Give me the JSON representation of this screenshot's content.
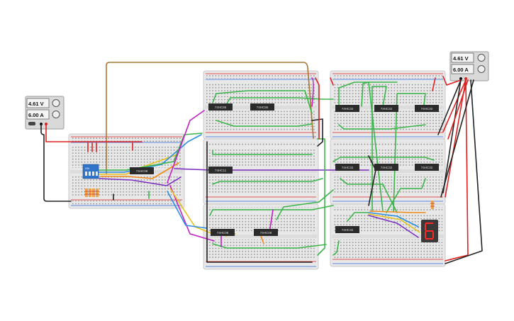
{
  "power_supplies": [
    {
      "id": "left",
      "voltage": "4.61 V",
      "current": "6.00 A"
    },
    {
      "id": "right",
      "voltage": "4.61 V",
      "current": "6.00 A"
    }
  ],
  "chips": [
    {
      "id": "u1",
      "label": "74HC08",
      "board": "left"
    },
    {
      "id": "u2",
      "label": "74HC86",
      "board": "top-middle"
    },
    {
      "id": "u3",
      "label": "74HC86",
      "board": "top-middle"
    },
    {
      "id": "u4",
      "label": "74HC11",
      "board": "mid-middle"
    },
    {
      "id": "u5",
      "label": "74HC08",
      "board": "bottom-middle"
    },
    {
      "id": "u6",
      "label": "74HC08",
      "board": "bottom-middle"
    },
    {
      "id": "u7",
      "label": "74HC32",
      "board": "top-right"
    },
    {
      "id": "u8",
      "label": "74HC32",
      "board": "top-right"
    },
    {
      "id": "u9",
      "label": "74HC32",
      "board": "top-right"
    },
    {
      "id": "u10",
      "label": "74HC32",
      "board": "mid-right"
    },
    {
      "id": "u11",
      "label": "74HC32",
      "board": "mid-right"
    },
    {
      "id": "u12",
      "label": "74HC32",
      "board": "mid-right"
    },
    {
      "id": "u13",
      "label": "74HC32",
      "board": "bottom-right"
    }
  ],
  "dip_switch": {
    "label": "ON"
  },
  "seven_segment": {
    "digit": "6"
  },
  "colors": {
    "wire_green": "#3bb54a",
    "wire_red": "#e02020",
    "wire_black": "#222222",
    "wire_purple": "#7b2fbf",
    "wire_magenta": "#c21fc2",
    "wire_yellow": "#e8c21a",
    "wire_blue": "#2c8fe0",
    "wire_orange": "#f08a1c",
    "wire_brown": "#a87633",
    "board": "#e9e9e9",
    "segment_on": "#ff2a2a",
    "display_body": "#3a3a3a"
  }
}
